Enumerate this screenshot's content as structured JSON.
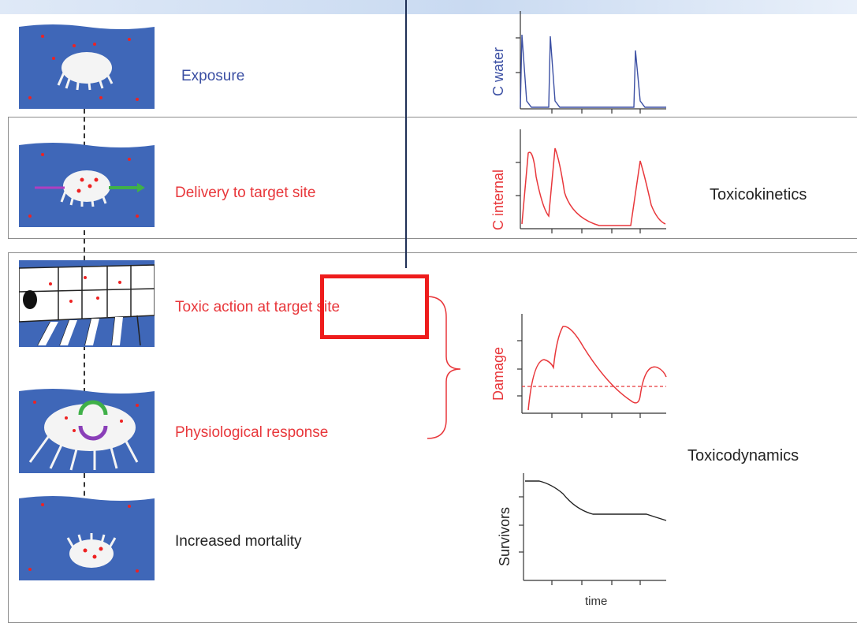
{
  "steps": [
    {
      "label": "Exposure",
      "color": "#3b4fa3"
    },
    {
      "label": "Delivery to target site",
      "color": "#e8373b"
    },
    {
      "label": "Toxic action at target site",
      "color": "#e8373b"
    },
    {
      "label": "Physiological response",
      "color": "#e8373b"
    },
    {
      "label": "Increased mortality",
      "color": "#222222"
    }
  ],
  "sections": {
    "toxicokinetics": "Toxicokinetics",
    "toxicodynamics": "Toxicodynamics"
  },
  "charts": {
    "water": {
      "ylabel": "C water",
      "color": "#3b4fa3"
    },
    "internal": {
      "ylabel": "C internal",
      "color": "#e8373b"
    },
    "damage": {
      "ylabel": "Damage",
      "color": "#e8373b"
    },
    "survivors": {
      "ylabel": "Survivors",
      "xlabel": "time",
      "color": "#222222"
    }
  },
  "highlight_color": "#ee1c1c"
}
